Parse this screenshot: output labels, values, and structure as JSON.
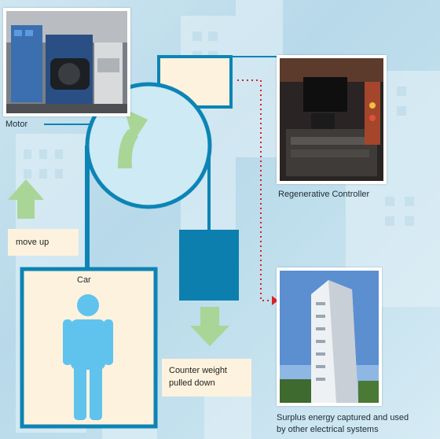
{
  "labels": {
    "motor": "Motor",
    "regenerative_controller": "Regenerative Controller",
    "move_up": "move up",
    "car": "Car",
    "counter_weight_line1": "Counter weight",
    "counter_weight_line2": "pulled down",
    "surplus_line1": "Surplus energy captured and used",
    "surplus_line2": "by other electrical systems"
  },
  "colors": {
    "line_blue": "#0d84b5",
    "counterweight_blue": "#0d7fae",
    "cream": "#fdf2dd",
    "arrow_green": "#a9d596",
    "person_blue": "#5fc3ee",
    "dotted_red": "#d8212b"
  },
  "icons": [
    "motor-photo",
    "controller-photo",
    "building-photo",
    "person-icon",
    "up-arrow-icon",
    "down-arrow-icon",
    "rotation-arrow-icon"
  ]
}
